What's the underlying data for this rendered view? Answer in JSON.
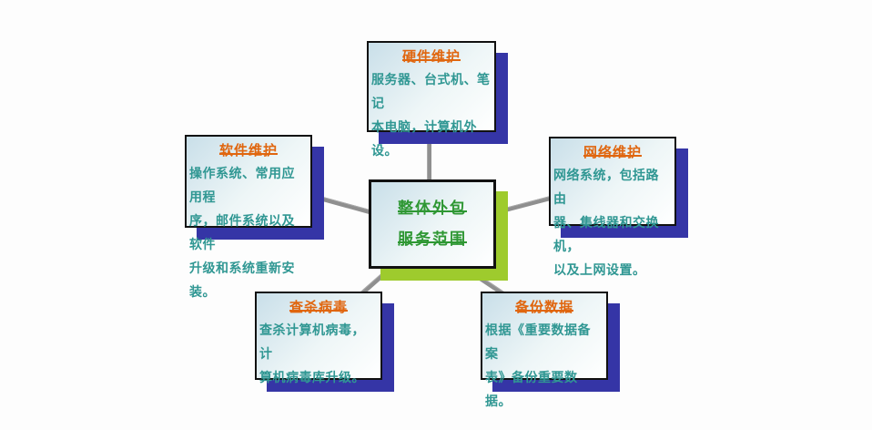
{
  "center": {
    "label": "整体外包\n服务范围"
  },
  "nodes": [
    {
      "id": "hardware",
      "title": "硬件维护",
      "body": "服务器、台式机、笔记\n本电脑，计算机外设。"
    },
    {
      "id": "software",
      "title": "软件维护",
      "body": "操作系统、常用应用程\n序，邮件系统以及软件\n升级和系统重新安装。"
    },
    {
      "id": "network",
      "title": "网络维护",
      "body": "网络系统，包括路由\n器、集线器和交换机，\n以及上网设置。"
    },
    {
      "id": "antivirus",
      "title": "查杀病毒",
      "body": "查杀计算机病毒，计\n算机病毒库升级。"
    },
    {
      "id": "backup",
      "title": "备份数据",
      "body": "根据《重要数据备案\n表》备份重要数据。"
    }
  ],
  "colors": {
    "node_shadow": "#3535a6",
    "center_shadow": "#9ecb2d",
    "title_text": "#e0660f",
    "body_text": "#309793",
    "center_text": "#2e9733",
    "connector": "#8f8f8f",
    "box_border": "#111111",
    "box_fill_start": "#c9dfe9",
    "box_fill_end": "#ffffff"
  }
}
